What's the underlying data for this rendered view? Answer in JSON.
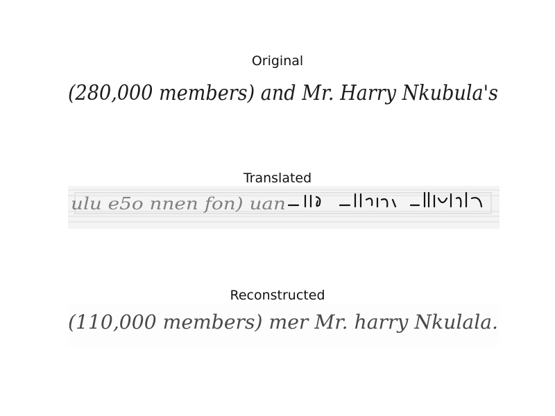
{
  "panels": [
    {
      "title": "Original",
      "handwriting": "(280,000 members) and Mr. Harry Nkubula's"
    },
    {
      "title": "Translated",
      "handwriting": ""
    },
    {
      "title": "Reconstructed",
      "handwriting": ""
    }
  ]
}
